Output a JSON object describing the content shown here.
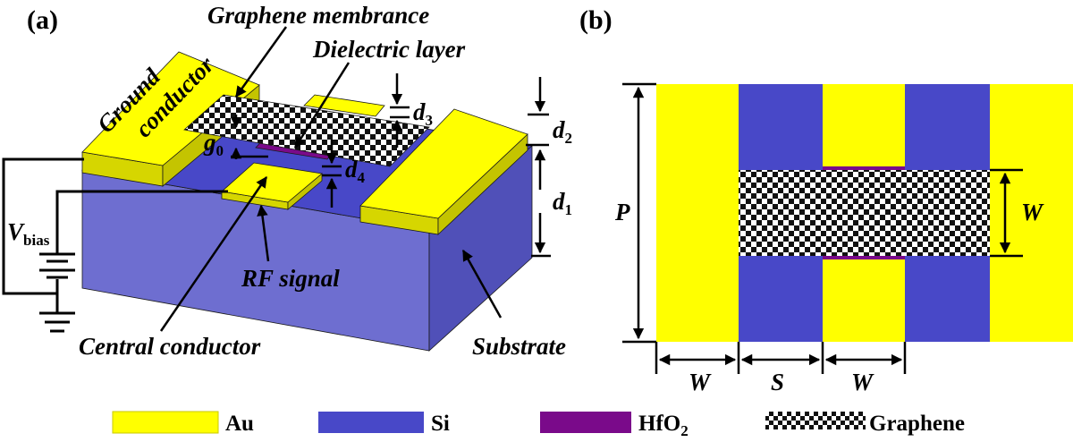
{
  "colors": {
    "au": "#ffff00",
    "au_side": "#d6d600",
    "si": "#4848c8",
    "si_front": "#6e6ed0",
    "si_side": "#5050b8",
    "si_top": "#3c3ca8",
    "hfo2": "#7a0a8a",
    "graphene_dark": "#111111",
    "graphene_light": "#ffffff"
  },
  "panel_a": {
    "label": "(a)",
    "graphene_label": "Graphene membrance",
    "dielectric_label": "Dielectric layer",
    "ground_label_line1": "Ground",
    "ground_label_line2": "conductor",
    "rf_label": "RF signal",
    "central_label": "Central conductor",
    "substrate_label": "Substrate",
    "vbias_main": "V",
    "vbias_sub": "bias",
    "g0_main": "g",
    "g0_sub": "0",
    "d1_main": "d",
    "d1_sub": "1",
    "d2_main": "d",
    "d2_sub": "2",
    "d3_main": "d",
    "d3_sub": "3",
    "d4_main": "d",
    "d4_sub": "4"
  },
  "panel_b": {
    "label": "(b)",
    "p_label": "P",
    "w_label_vertical": "W",
    "w_label_left": "W",
    "s_label": "S",
    "w_label_right": "W"
  },
  "legend": {
    "au": "Au",
    "si": "Si",
    "hfo2_main": "HfO",
    "hfo2_sub": "2",
    "graphene": "Graphene"
  }
}
